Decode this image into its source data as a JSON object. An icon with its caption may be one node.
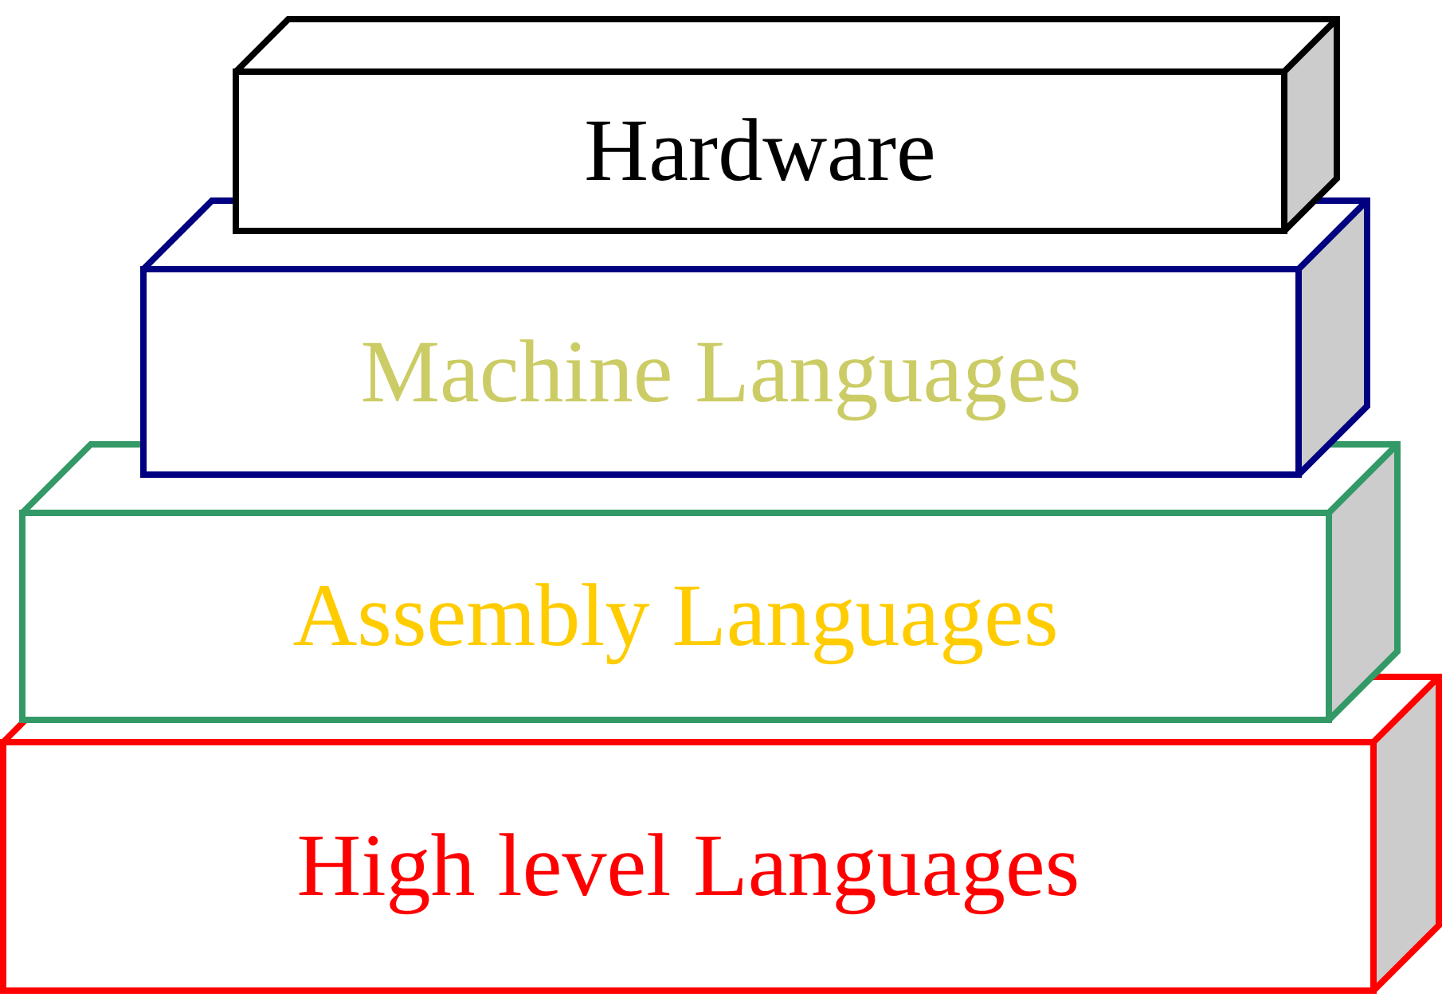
{
  "diagram": {
    "nodes": [
      {
        "text": [
          "Hardware"
        ]
      },
      {
        "text": [
          "Machine Languages"
        ]
      },
      {
        "text": [
          "Assembly Languages"
        ]
      },
      {
        "text": [
          "High level Languages"
        ]
      }
    ]
  }
}
